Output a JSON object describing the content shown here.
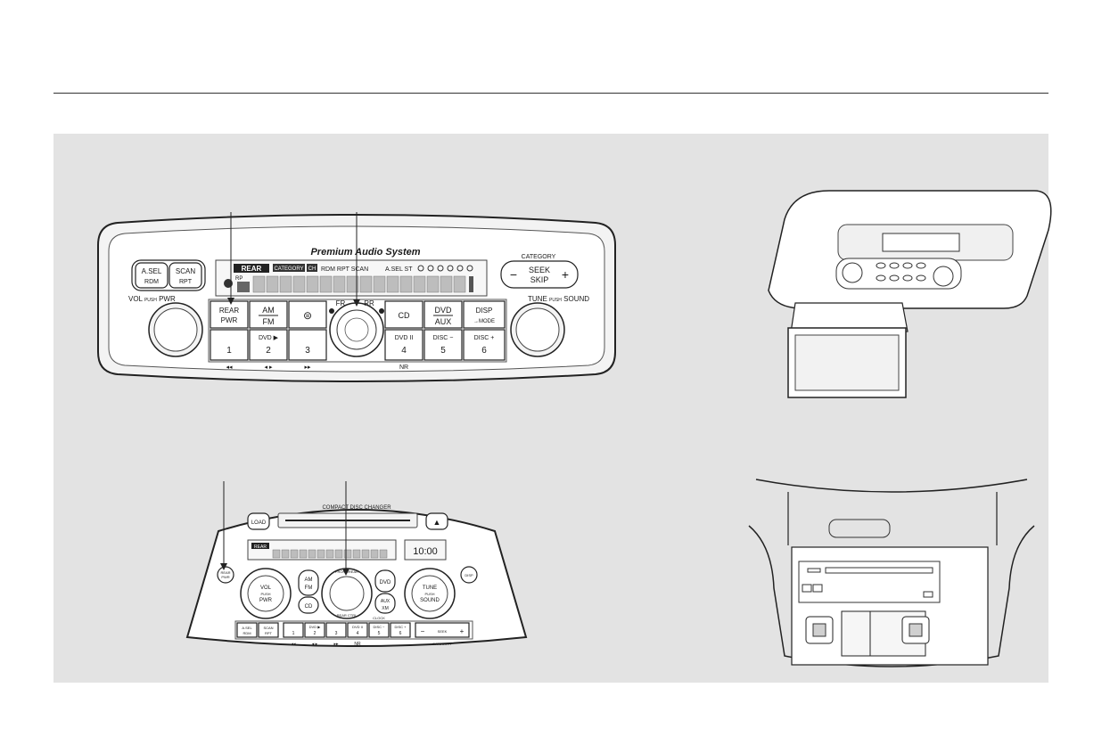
{
  "unit_a": {
    "brand_title": "Premium Audio System",
    "display_rear_badge": "REAR",
    "display_category_badge": "CATEGORY",
    "display_ch_badge": "CH",
    "display_flags": "RDM  RPT  SCAN",
    "display_asel_st": "A.SEL ST",
    "display_rp": "RP",
    "btn_asel": "A.SEL",
    "btn_asel_sub": "RDM",
    "btn_scan": "SCAN",
    "btn_scan_sub": "RPT",
    "label_vol": "VOL",
    "label_vol_push": "PUSH",
    "label_vol_pwr": "PWR",
    "label_category": "CATEGORY",
    "btn_seek": "SEEK",
    "btn_skip": "SKIP",
    "label_tune": "TUNE",
    "label_tune_push": "PUSH",
    "label_tune_sound": "SOUND",
    "btn_rear": "REAR",
    "btn_rear_sub": "PWR",
    "btn_am": "AM",
    "btn_fm": "FM",
    "knob_fr": "FR",
    "knob_rr": "RR",
    "btn_cd": "CD",
    "btn_dvd": "DVD",
    "btn_aux": "AUX",
    "btn_disp": "DISP",
    "btn_mode": "→MODE",
    "preset_1": "1",
    "preset_2": "2",
    "preset_2_top": "DVD ▶",
    "preset_3": "3",
    "preset_4": "4",
    "preset_4_top": "DVD II",
    "preset_5": "5",
    "preset_5_top": "DISC −",
    "preset_6": "6",
    "preset_6_top": "DISC +",
    "sub_rew": "◂◂",
    "sub_play": "◂ ▸",
    "sub_ff": "▸▸",
    "sub_nr": "NR"
  },
  "unit_b": {
    "changer_title": "COMPACT DISC CHANGER",
    "btn_load": "LOAD",
    "btn_eject": "▲",
    "clock_value": "10:00",
    "display_rear_badge": "REAR",
    "btn_rear": "REAR",
    "btn_rear_sub": "PWR",
    "knob_vol": "VOL",
    "knob_vol_push": "PUSH",
    "knob_vol_pwr": "PWR",
    "btn_am": "AM",
    "btn_fm": "FM",
    "btn_cd": "CD",
    "knob_front_rear": "FRONT/REAR",
    "knob_rear_ctrl": "REAR CTRL",
    "btn_dvd": "DVD",
    "btn_aux": "AUX",
    "btn_xm": "XM",
    "knob_tune": "TUNE",
    "knob_tune_push": "PUSH",
    "knob_tune_sound": "SOUND",
    "btn_disp": "DISP",
    "btn_asel": "A.SEL",
    "btn_asel_sub": "RDM",
    "btn_scan": "SCAN",
    "btn_scan_sub": "RPT",
    "preset_1": "1",
    "preset_2": "2",
    "preset_2_top": "DVD ▶",
    "preset_3": "3",
    "preset_4": "4",
    "preset_4_top": "DVD II",
    "preset_5": "5",
    "preset_5_top": "DISC −",
    "preset_6": "6",
    "preset_6_top": "DISC +",
    "label_clock": "CLOCK",
    "label_category": "CATEGORY",
    "btn_seek": "SEEK",
    "sub_rew": "◂◂",
    "sub_play": "◂ ▸",
    "sub_ff": "▸▸",
    "sub_nr": "NR"
  }
}
